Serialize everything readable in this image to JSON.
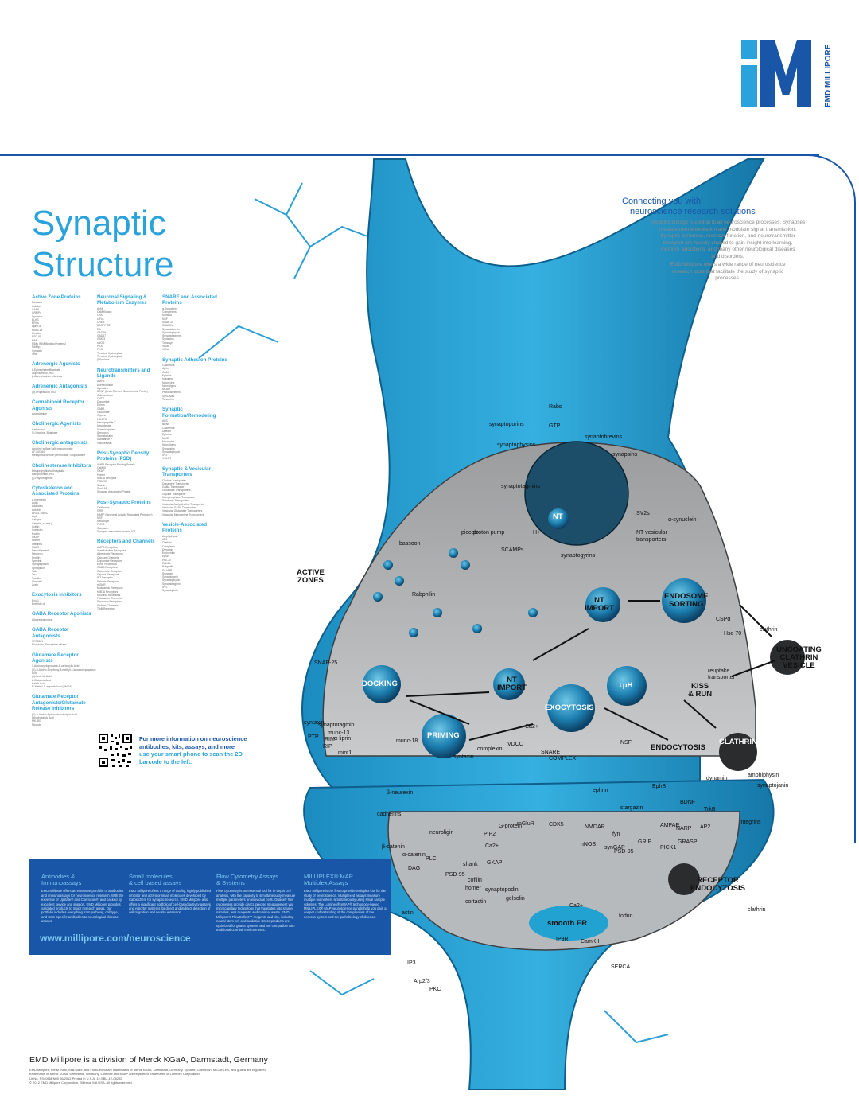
{
  "brand": {
    "name": "EMD MILLIPORE",
    "color": "#1a56a8",
    "accent": "#2aa3dc"
  },
  "title": {
    "line1": "Synaptic",
    "line2": "Structure"
  },
  "connect": {
    "heading1": "Connecting you with",
    "heading2": "neuroscience research solutions",
    "p1": [
      "Synaptic biology is central to all neuroscience processes. Synapses",
      "mediate neural excitation and modulate signal transmission.",
      "Synaptic dynamics, receptor function, and neurotransmitter",
      "transport are heavily studied to gain insight into learning,",
      "memory, addictions, and many other neurological diseases",
      "and disorders."
    ],
    "p2": [
      "EMD Millipore offers a wide range of neuroscience",
      "research tools that facilitate the study of synaptic",
      "processes."
    ]
  },
  "columns": [
    [
      {
        "title": "Active Zone Proteins",
        "items": [
          "Bassoon",
          "Calcium",
          "CASK",
          "CRMP4",
          "Dynamin",
          "ELKS",
          "ERCs",
          "Liprin-α",
          "Munc-13",
          "Piccolo",
          "PSD-95",
          "RIM",
          "RIMs (RIM Binding Proteins)",
          "RIMBp",
          "Syntaxin",
          "Velis"
        ]
      },
      {
        "title": "Adrenergic Agonists",
        "items": [
          "L-Epinephrine Bitartrate",
          "Isoproterenol, HCl",
          "β-Ala-ephedrine bitartrate"
        ]
      },
      {
        "title": "Adrenergic Antagonists",
        "items": [
          "(±)-Propranolol, HCl"
        ]
      },
      {
        "title": "Cannabinoid Receptor Agonists",
        "items": [
          "Anandamide"
        ]
      },
      {
        "title": "Cholinergic Agonists",
        "items": [
          "Carbachol",
          "(-)-Nicotine, Bitartrate"
        ]
      },
      {
        "title": "Cholinergic antagonists",
        "items": [
          "Atropine sulfate salt, monohydrate",
          "AF-DX384",
          "Methyllycaconitine perchlorate, Scopolamine"
        ]
      },
      {
        "title": "Cholinesterase Inhibitors",
        "items": [
          "Diisopropylfluorophosphate",
          "Edrophonium, HCl",
          "(-)-Physostigmine"
        ]
      },
      {
        "title": "Cytoskeleton and Associated Proteins",
        "items": [
          "α-Internexin",
          "Actin",
          "Adducins",
          "Ankyrin",
          "ARG3.1/ARC",
          "Arp2",
          "Calcyon",
          "Catenin, α- and β",
          "Cofilin",
          "Cortactin",
          "Fodrin",
          "GKAP",
          "Homer",
          "Integrins",
          "MAP2",
          "Neurofilament",
          "Neurexin",
          "Profilin",
          "Spectrin",
          "Synaptopodin",
          "Spinophilin",
          "Talin",
          "Tau",
          "Tubulin",
          "Vimentin",
          "Zyxin"
        ]
      },
      {
        "title": "Exocytosis Inhibitors",
        "items": [
          "Exo-1",
          "Brefeldin A"
        ]
      },
      {
        "title": "GABA Receptor Agonists",
        "items": [
          "Allopregnanolone"
        ]
      },
      {
        "title": "GABA Receptor Antagonists",
        "items": [
          "SR95531",
          "Picrotoxin, Securinine nitrate"
        ]
      },
      {
        "title": "Glutamate Receptor Agonists",
        "items": [
          "1-Aminocyclopropane-1-carboxylic Acid",
          "(S)-α-Amino-3-hydroxy-5-methyl-4-isoxazolepropionic Acid",
          "(±)-Ibotenic Acid",
          "L-Glutamic Acid",
          "Kainic Acid",
          "N-Methyl-D-aspartic Acid (NMDA)"
        ]
      },
      {
        "title": "Glutamate Receptor Antagonists/Glutamate Release Inhibitors",
        "items": [
          "(S)-α-Amino-4-phosphonobutyric Acid",
          "Dihydrokainic Acid",
          "MK-801",
          "Riluzole"
        ]
      }
    ],
    [
      {
        "title": "Neuronal Signaling & Metabolism Enzymes",
        "items": [
          "AchE",
          "CaM Kinase",
          "ChAT",
          "c-Fos",
          "CREB",
          "DARPP-32",
          "Erk",
          "GAD65",
          "GAD67",
          "GSK-3",
          "nNOS",
          "PKA",
          "PKC",
          "Tyrosine Hydroxylase",
          "Tyrosine Hydroxylase",
          "β-Enolase"
        ]
      },
      {
        "title": "Neurotransmitters and Ligands",
        "items": [
          "AMPA",
          "Acetylcholine",
          "Agmatine",
          "BDNF (Brain Derived Neurotrophic Factor)",
          "Calcium Ions",
          "CNTF",
          "Dopamine",
          "Ephrin",
          "GABA",
          "Glutamate",
          "Glycine",
          "L-DOPA",
          "Neuropeptide Y",
          "Neurotensin",
          "Norepinephrine",
          "Serotonin",
          "Somatostatin",
          "Substance P",
          "Vasopressin"
        ]
      },
      {
        "title": "Post-Synaptic Density Proteins (PSD)",
        "items": [
          "AMPA Receptor Binding Protein",
          "CaMKII",
          "GKAP",
          "Homer",
          "NMDA Receptor",
          "PSD-95",
          "Shank",
          "SynGAP",
          "Synapse Associated Protein"
        ]
      },
      {
        "title": "Post-Synaptic Proteins",
        "items": [
          "Cadherins",
          "GRIP",
          "NARP (Neuronal Activity Regulated Pentraxin)",
          "NSF",
          "Neuroligin",
          "PICK1",
          "Stargazin",
          "Synapse associated protein 102"
        ]
      },
      {
        "title": "Receptors and Channels",
        "items": [
          "AMPA Receptors",
          "Acetylcholine Receptors",
          "Adrenergic Receptors",
          "Calcium Channels",
          "Dopamine Receptors",
          "EphB Receptors",
          "GABA Receptors",
          "Glutamate Receptors",
          "Glycine Receptors",
          "IP3 Receptor",
          "Kainate Receptors",
          "mGluR",
          "Muscarinic Receptors",
          "NMDA Receptors",
          "Nicotinic Receptors",
          "Potassium Channels",
          "Serotonin Receptors",
          "Sodium Channels",
          "TrkB Receptor"
        ]
      }
    ],
    [
      {
        "title": "SNARE and Associated Proteins",
        "items": [
          "α-Synuclein",
          "Complexins",
          "Munc18",
          "NSF",
          "SNAP-25",
          "SNAREs",
          "Synaptobrevin",
          "Synaptophysin",
          "Synaptotagmins",
          "Syntaxins",
          "Tomosyn",
          "VAMP",
          "Vti1a"
        ]
      },
      {
        "title": "Synaptic Adhesion Proteins",
        "items": [
          "Cadherins",
          "Agrin",
          "CAMs",
          "Ephrins",
          "Integrins",
          "Neurexins",
          "Neuroligins",
          "NCAM",
          "Protocadherins",
          "SynCAMs",
          "Teneurins"
        ]
      },
      {
        "title": "Synaptic Formation/Remodeling",
        "items": [
          "ARC",
          "BDNF",
          "Cadherins",
          "Drebrin",
          "Ephrins",
          "NARP",
          "Neurexins",
          "Neuroligins",
          "Synapsins",
          "Synaptophysin",
          "SV2",
          "VGLUT"
        ]
      },
      {
        "title": "Synaptic & Vesicular Transporters",
        "items": [
          "Choline Transporter",
          "Dopamine Transporter",
          "GABA Transporter",
          "Glutamate Transporters",
          "Glycine Transporter",
          "Norepinephrine Transporter",
          "Serotonin Transporter",
          "Vesicular Acetylcholine Transporter",
          "Vesicular GABA Transporter",
          "Vesicular Glutamate Transporters",
          "Vesicular Monoamine Transporters"
        ]
      },
      {
        "title": "Vesicle-Associated Proteins",
        "items": [
          "Amphiphysin",
          "AP2",
          "Clathrin",
          "Complexin",
          "Dynamin",
          "Endophilin",
          "Epsin",
          "Hsc-70",
          "Rab3A",
          "Rabphilin",
          "SCAMP",
          "Synapsin",
          "Synaptogyrin",
          "Synaptophysin",
          "Synaptotagmin",
          "SV2",
          "Synaptojanin"
        ]
      }
    ]
  ],
  "diagram": {
    "big": [
      "ACTIVE",
      "ZONES",
      "NT",
      "IMPORT",
      "ENDOSOME",
      "SORTING",
      "DOCKING",
      "NT",
      "IMPORT",
      "↓pH",
      "UNCOATING",
      "CLATHRIN",
      "VESICLE",
      "KISS",
      "& RUN",
      "PRIMING",
      "EXOCYTOSIS",
      "ENDOCYTOSIS",
      "CLATHRIN-COATED PIT",
      "RECEPTOR",
      "ENDOCYTOSIS",
      "smooth ER",
      "NT"
    ],
    "small": [
      "synaptoporins",
      "Rabs",
      "GTP",
      "synaptophysins",
      "synaptobrevins",
      "synapsins",
      "synaptotagmins",
      "SV2s",
      "α-synuclein",
      "proton pump",
      "H+",
      "NT vesicular",
      "transporters",
      "bassoon",
      "piccolo",
      "SCAMPs",
      "synaptogyrins",
      "Rabphilin",
      "CSPα",
      "Hsc-70",
      "clathrin",
      "reuptake",
      "transporter",
      "SNAP-25",
      "syntaxin",
      "Ca2+",
      "synaptotagmin",
      "munc-13",
      "RIM",
      "munc-18",
      "RIP",
      "mint1",
      "PTP",
      "α-liprin",
      "syntaxin",
      "complexin",
      "VDCC",
      "SNARE",
      "COMPLEX",
      "NSF",
      "dynamin",
      "amphiphysin",
      "synaptojanin",
      "ephrin",
      "EphB",
      "β-neurexin",
      "cadherins",
      "neuroligin",
      "PIP2",
      "G-protein",
      "mGluR",
      "CDK5",
      "NMDAR",
      "fyn",
      "stargazin",
      "AMPAR",
      "BDNF",
      "TrkB",
      "NARP",
      "GRIP",
      "GRASP",
      "AP2",
      "PICK1",
      "integrins",
      "β-catenin",
      "α-catenin",
      "DAG",
      "PLC",
      "Ca2+",
      "nNOS",
      "synGAP",
      "PSD-95",
      "PSD-95",
      "shank",
      "GKAP",
      "homer",
      "cortactin",
      "cofilin",
      "synaptopodin",
      "gelsolin",
      "actin",
      "fodrin",
      "clathrin",
      "IP3",
      "Arp2/3",
      "Ca2+",
      "IP3R",
      "CamKII",
      "PKC",
      "SERCA"
    ]
  },
  "qr": {
    "line1": "For more information on neuroscience",
    "line2": "antibodies, kits, assays, and more",
    "line3": "use your smart phone to scan the 2D",
    "line4": "barcode to the left."
  },
  "panel": {
    "cols": [
      {
        "title1": "Antibodies &",
        "title2": "Immunoassays",
        "body": "EMD Millipore offers an extensive portfolio of antibodies and immunoassays for neuroscience research. With the expertise of Upstate® and Chemicon®, and backed by excellent service and support, EMD Millipore provides validated products to major research areas. Our portfolio includes everything from pathway, cell type, and stem-specific antibodies to neurological disease assays."
      },
      {
        "title1": "Small molecules",
        "title2": "& cell based assays",
        "body": "EMD Millipore offers a range of quality, highly published inhibitor and activator small molecules developed by Calbiochem for synaptic research. EMD Millipore also offers a significant portfolio of cell-based activity assays and reporter systems for direct and indirect detection of cell migration and neurite extension."
      },
      {
        "title1": "Flow Cytometry Assays",
        "title2": "& Systems",
        "body": "Flow cytometry is an essential tool for in-depth cell analysis, with the capacity to simultaneously measure multiple parameters on individual cells. Guava® flow cytometers provide direct, precise measurement via microcapillary technology that translates into smaller samples, less reagents, and minimal waste. EMD Millipore's FlowCellect™ reagents and kits, including neural stem cell and oxidative stress products are optimized for guava systems and are compatible with traditional core lab environments."
      },
      {
        "title1": "MILLIPLEX® MAP",
        "title2": "Multiplex Assays",
        "body": "EMD Millipore is the first to provide multiplex kits for the study of neuroscience. Multiplexed assays measure multiple biomarkers simultaneously using small sample volumes. The Luminex® xMAP® technology-based MILLIPLEX® MAP neuroscience panels help you gain a deeper understanding of the complexities of the nervous system and the pathobiology of disease."
      }
    ],
    "url": "www.millipore.com/neuroscience"
  },
  "footer": {
    "title": "EMD Millipore is a division of Merck KGaA, Darmstadt, Germany",
    "lines": [
      "EMD Millipore, the M mark, Milli-Mark, and FlowCellect are trademarks of Merck KGaA, Darmstadt, Germany. Upstate, Chemicon, MILLIPLEX, and guava are registered",
      "trademarks of Merck KGaA, Darmstadt, Germany. Luminex and xMAP are registered trademarks of Luminex Corporation.",
      "Lit No. PS4066EN00 06/2012  Printed in U.S.A.  12-SBU-12-06292",
      "© 2012 EMD Millipore Corporation, Billerica, MA  USA. All rights reserved."
    ]
  }
}
